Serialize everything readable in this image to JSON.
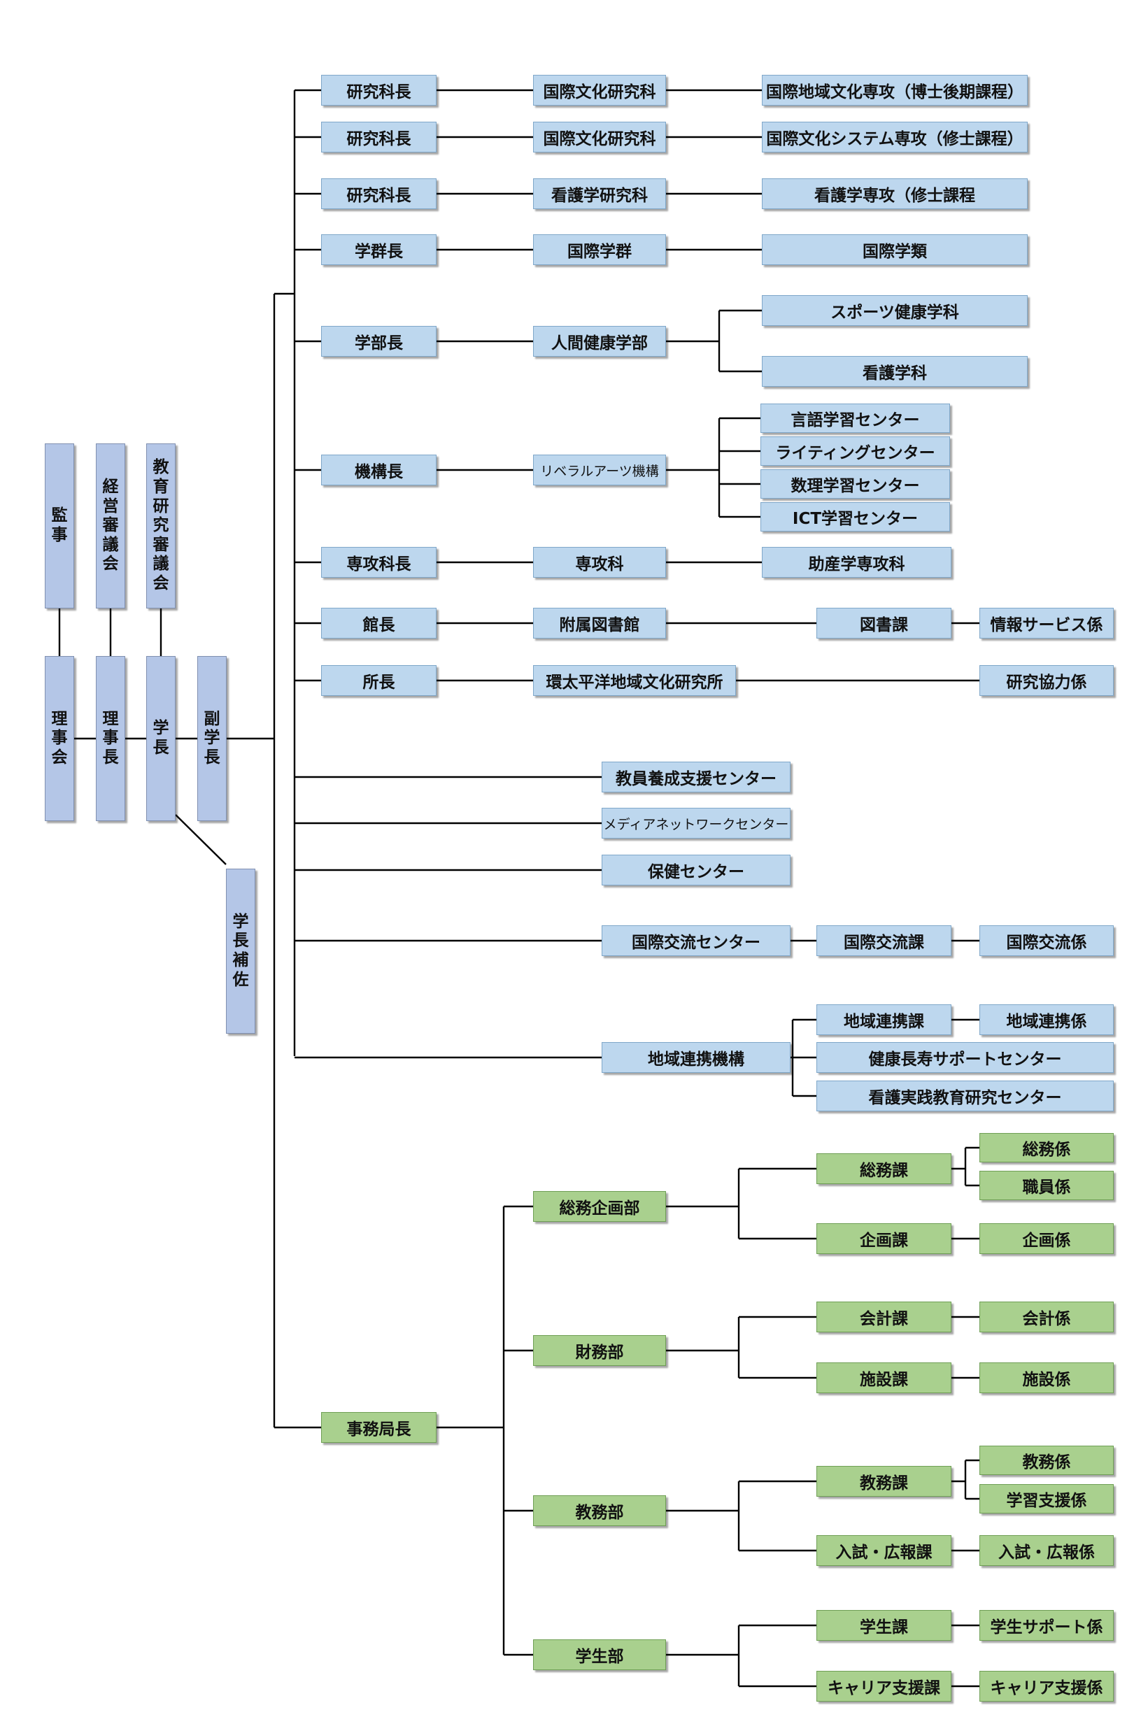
{
  "colors": {
    "line": "#000000",
    "vertical_box": "#b4c6e7",
    "academic_box": "#bdd7ee",
    "admin_box": "#a9d08e"
  },
  "governance": {
    "kanji": "監事",
    "keiei": "経営審議会",
    "kyoiku": "教育研究審議会",
    "rijikai": "理事会",
    "rijicho": "理事長",
    "gakucho": "学長",
    "fukugakucho": "副学長",
    "gakucho_hosa": "学長補佐"
  },
  "academic": {
    "heads": [
      "研究科長",
      "研究科長",
      "研究科長",
      "学群長",
      "学部長",
      "機構長",
      "専攻科長",
      "館長",
      "所長"
    ],
    "units": [
      "国際文化研究科",
      "国際文化研究科",
      "看護学研究科",
      "国際学群",
      "人間健康学部",
      "リベラルアーツ機構",
      "専攻科",
      "附属図書館",
      "環太平洋地域文化研究所"
    ],
    "programs": [
      "国際地域文化専攻（博士後期課程）",
      "国際文化システム専攻（修士課程）",
      "看護学専攻（修士課程",
      "国際学類"
    ],
    "dept_sports": "スポーツ健康学科",
    "dept_nursing": "看護学科",
    "la_centers": [
      "言語学習センター",
      "ライティングセンター",
      "数理学習センター",
      "ICT学習センター"
    ],
    "josan": "助産学専攻科",
    "tosho_ka": "図書課",
    "joho_kakari": "情報サービス係",
    "kenkyu_kyoryoku": "研究協力係"
  },
  "centers": {
    "kyoin": "教員養成支援センター",
    "media": "メディアネットワークセンター",
    "hoken": "保健センター",
    "kokusai_center": "国際交流センター",
    "kokusai_ka": "国際交流課",
    "kokusai_kakari": "国際交流係",
    "chiiki_kiko": "地域連携機構",
    "chiiki_ka": "地域連携課",
    "chiiki_kakari": "地域連携係",
    "kenko_center": "健康長寿サポートセンター",
    "kango_center": "看護実践教育研究センター"
  },
  "admin": {
    "jimukyokucho": "事務局長",
    "somu_kikaku": "総務企画部",
    "somu_ka": "総務課",
    "somu_kakari": "総務係",
    "shokuin_kakari": "職員係",
    "kikaku_ka": "企画課",
    "kikaku_kakari": "企画係",
    "zaimu": "財務部",
    "kaikei_ka": "会計課",
    "kaikei_kakari": "会計係",
    "shisetsu_ka": "施設課",
    "shisetsu_kakari": "施設係",
    "kyomu": "教務部",
    "kyomu_ka": "教務課",
    "kyomu_kakari": "教務係",
    "gakushu_kakari": "学習支援係",
    "nyushi_ka": "入試・広報課",
    "nyushi_kakari": "入試・広報係",
    "gakusei": "学生部",
    "gakusei_ka": "学生課",
    "gakusei_kakari": "学生サポート係",
    "career_ka": "キャリア支援課",
    "career_kakari": "キャリア支援係"
  }
}
